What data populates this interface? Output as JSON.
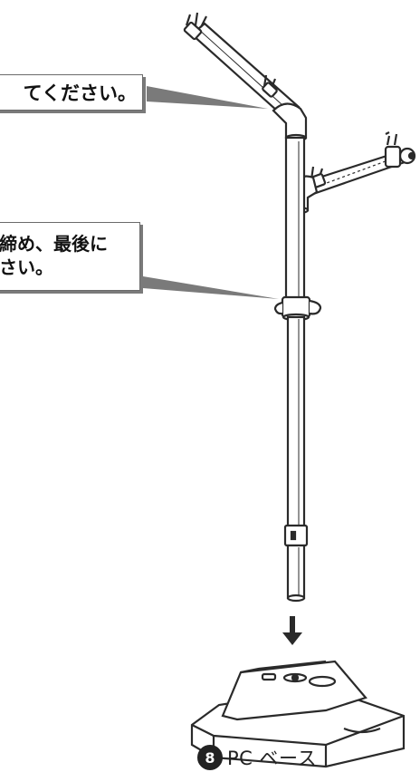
{
  "callouts": [
    {
      "text": "てください。"
    },
    {
      "line1": "締め、最後に",
      "line2": "さい。"
    }
  ],
  "base_label": {
    "number": "8",
    "text": "PC ベース"
  },
  "icons": [
    "down-arrow-icon",
    "stand-illustration"
  ],
  "colors": {
    "stroke": "#2a2a2a",
    "shadow": "#7a7a7a",
    "background": "#ffffff"
  }
}
